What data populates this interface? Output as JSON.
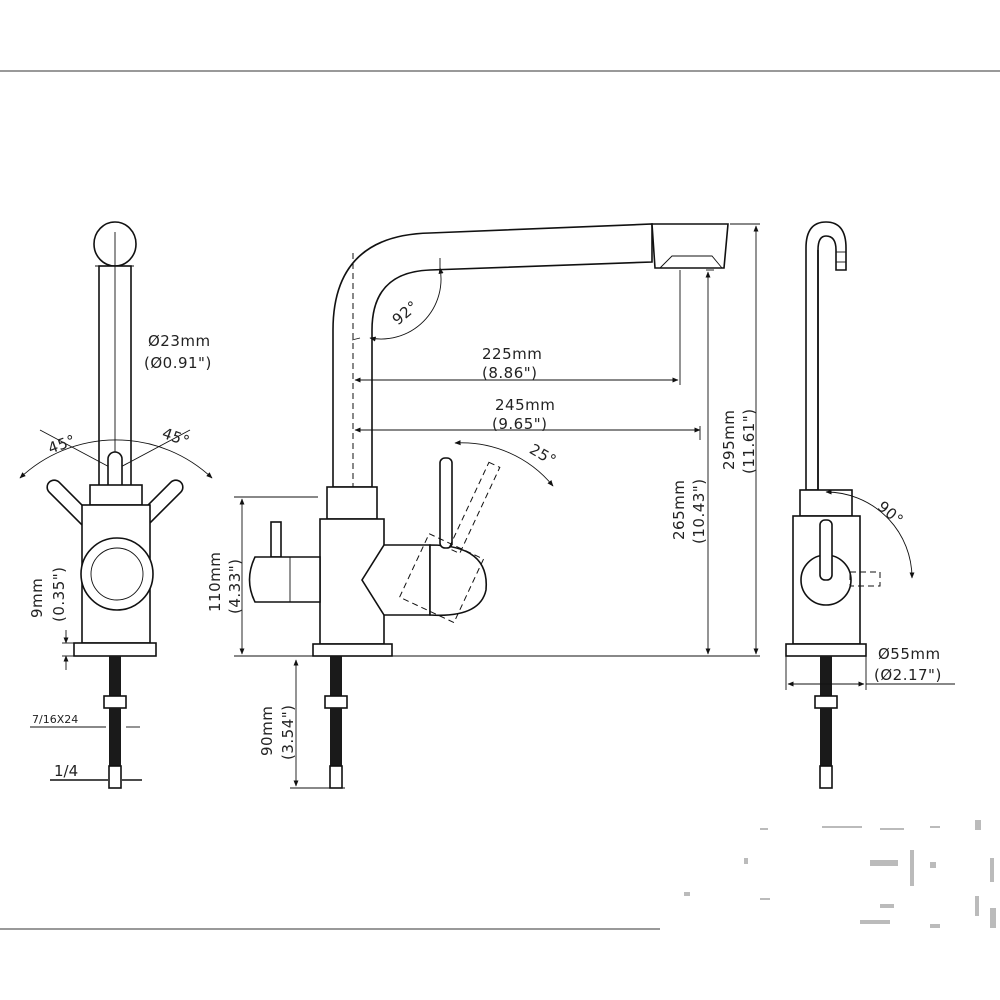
{
  "left_view": {
    "diameter_mm": "Ø23mm",
    "diameter_in": "(Ø0.91\")",
    "angle_left": "45°",
    "angle_right": "45°",
    "offset_mm": "9mm",
    "offset_in": "(0.35\")",
    "thread_spec": "7/16X24",
    "pipe_spec": "1/4"
  },
  "front_view": {
    "spout_angle": "92°",
    "reach_short_mm": "225mm",
    "reach_short_in": "(8.86\")",
    "reach_long_mm": "245mm",
    "reach_long_in": "(9.65\")",
    "lever_angle": "25°",
    "body_height_mm": "110mm",
    "body_height_in": "(4.33\")",
    "spout_height_mm": "265mm",
    "spout_height_in": "(10.43\")",
    "total_height_mm": "295mm",
    "total_height_in": "(11.61\")",
    "shank_length_mm": "90mm",
    "shank_length_in": "(3.54\")"
  },
  "right_view": {
    "lever_angle": "90°",
    "base_diameter_mm": "Ø55mm",
    "base_diameter_in": "(Ø2.17\")"
  }
}
